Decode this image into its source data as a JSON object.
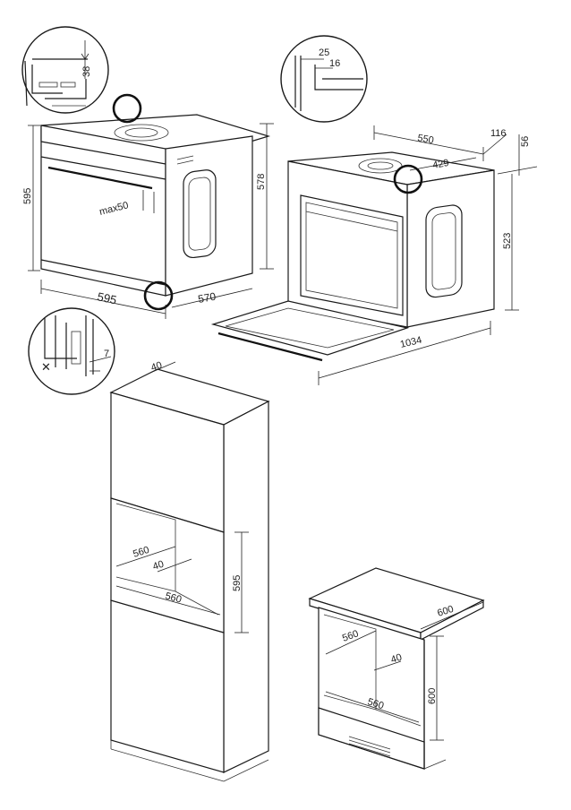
{
  "oven_front": {
    "width": "595",
    "height": "595",
    "depth": "570",
    "side_depth": "578",
    "handle_clearance": "max50"
  },
  "detail_top": {
    "value": "38"
  },
  "detail_bottom": {
    "value": "7"
  },
  "detail_door": {
    "value_a": "25",
    "value_b": "16"
  },
  "oven_open": {
    "width": "550",
    "inner_width": "429",
    "top_a": "116",
    "top_b": "56",
    "height": "523",
    "open_depth": "1034"
  },
  "tall_cabinet": {
    "top_gap": "40",
    "niche_depth": "560",
    "back_gap": "40",
    "niche_width": "560",
    "niche_height": "595"
  },
  "under_counter": {
    "counter_depth": "600",
    "niche_depth": "560",
    "back_gap": "40",
    "niche_width": "560",
    "niche_height": "600"
  }
}
